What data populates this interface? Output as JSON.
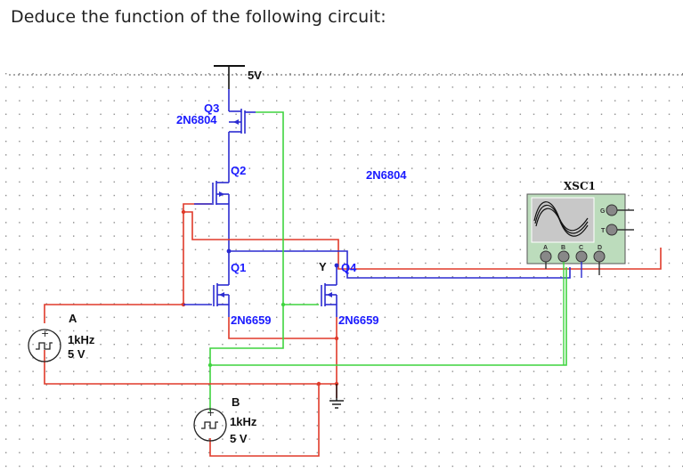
{
  "question": "Deduce the function of the following circuit:",
  "schematic": {
    "supply_label": "5V",
    "transistors": [
      {
        "ref": "Q3",
        "part": "2N6804",
        "type": "PMOS"
      },
      {
        "ref": "Q2",
        "part": "2N6804",
        "type": "PMOS"
      },
      {
        "ref": "Q1",
        "part": "2N6659",
        "type": "NMOS"
      },
      {
        "ref": "Q4",
        "part": "2N6659",
        "type": "NMOS"
      }
    ],
    "labels": {
      "q3_ref": "Q3",
      "q3_part": "2N6804",
      "q2_ref": "Q2",
      "q4_part_top": "2N6804",
      "q1_ref": "Q1",
      "q1_part": "2N6659",
      "q4_ref": "Q4",
      "q4_part": "2N6659",
      "output_net": "Y"
    },
    "sources": [
      {
        "name": "A",
        "freq": "1kHz",
        "amplitude": "5 V"
      },
      {
        "name": "B",
        "freq": "1kHz",
        "amplitude": "5 V"
      }
    ],
    "oscilloscope": {
      "name": "XSC1",
      "channels": [
        "A",
        "B",
        "C",
        "D"
      ],
      "extra_terminals": [
        "G",
        "T"
      ]
    },
    "wire_colors": {
      "blue": "#2b2bd0",
      "red": "#e03a2a",
      "green": "#3fd43f",
      "black": "#111111"
    }
  }
}
